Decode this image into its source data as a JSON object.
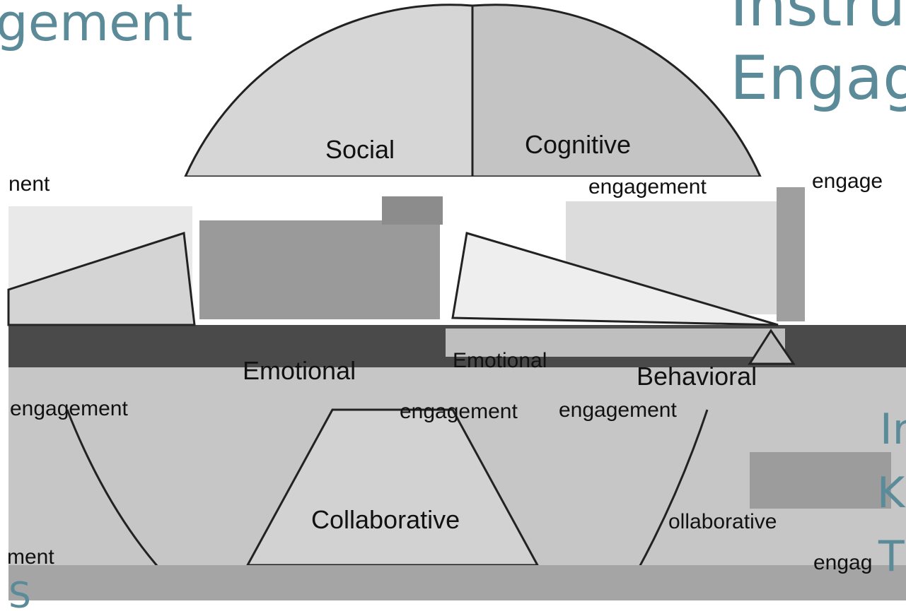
{
  "slide": {
    "title_left": "gement",
    "title_right_line1": "Instruc",
    "title_right_line2": "Engag",
    "bottom_left": "S",
    "right_fragments": [
      "Ir",
      "K",
      "T"
    ]
  },
  "diagram": {
    "segments": [
      {
        "label": "Social",
        "color": "#d6d6d6"
      },
      {
        "label": "Cognitive",
        "color": "#c4c4c4"
      },
      {
        "label": "Emotional",
        "color": "#cfcfcf"
      },
      {
        "label": "Behavioral",
        "color": "#bdbdbd"
      },
      {
        "label": "Collaborative",
        "color": "#d2d2d2"
      }
    ],
    "fragments": {
      "left_engagement_top": "nent",
      "left_engagement_mid": "engagement",
      "left_engagement_bottom": "ment",
      "cognitive_engagement": "engagement",
      "right_engagement_top": "engage",
      "emotional_engagement": "engagement",
      "behavioral_engagement": "engagement",
      "collaborative_right": "ollaborative",
      "right_engagement_bottom": "engag",
      "emotional_fragment": "Emotional"
    }
  }
}
